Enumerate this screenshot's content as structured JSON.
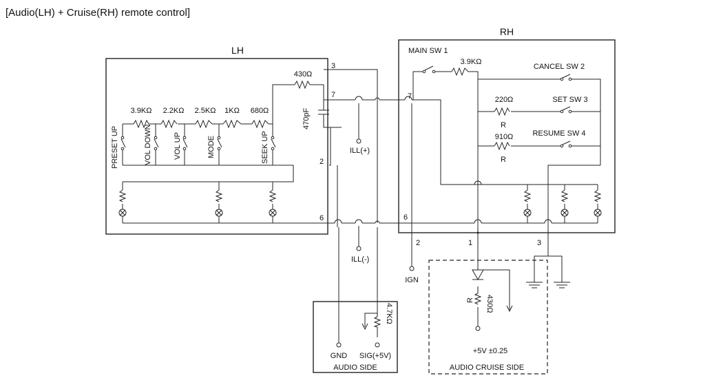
{
  "title": "[Audio(LH) + Cruise(RH) remote control]",
  "lh": {
    "title": "LH",
    "resistors": [
      "3.9KΩ",
      "2.2KΩ",
      "2.5KΩ",
      "1KΩ",
      "680Ω"
    ],
    "switches": [
      "PRESET UP",
      "VOL DOWN",
      "VOL UP",
      "MODE",
      "SEEK UP"
    ],
    "top_resistor": "430Ω",
    "capacitor": "470pF",
    "pins": [
      "3",
      "7",
      "2",
      "6"
    ]
  },
  "rh": {
    "title": "RH",
    "main_sw": "MAIN SW 1",
    "main_res": "3.9KΩ",
    "cancel": "CANCEL SW 2",
    "set": "SET SW 3",
    "resume": "RESUME SW 4",
    "res220": "220Ω",
    "res910": "910Ω",
    "r_label": "R",
    "pin_top": "7",
    "pin6": "6",
    "pins_bottom": [
      "2",
      "1",
      "3"
    ]
  },
  "ill_plus": "ILL(+)",
  "ill_minus": "ILL(-)",
  "ign": "IGN",
  "audio_side": {
    "label": "AUDIO SIDE",
    "gnd": "GND",
    "sig": "SIG(+5V)",
    "res": "4.7KΩ"
  },
  "cruise_side": {
    "label": "AUDIO CRUISE SIDE",
    "r": "R",
    "res": "430Ω",
    "volt": "+5V  ±0.25"
  }
}
